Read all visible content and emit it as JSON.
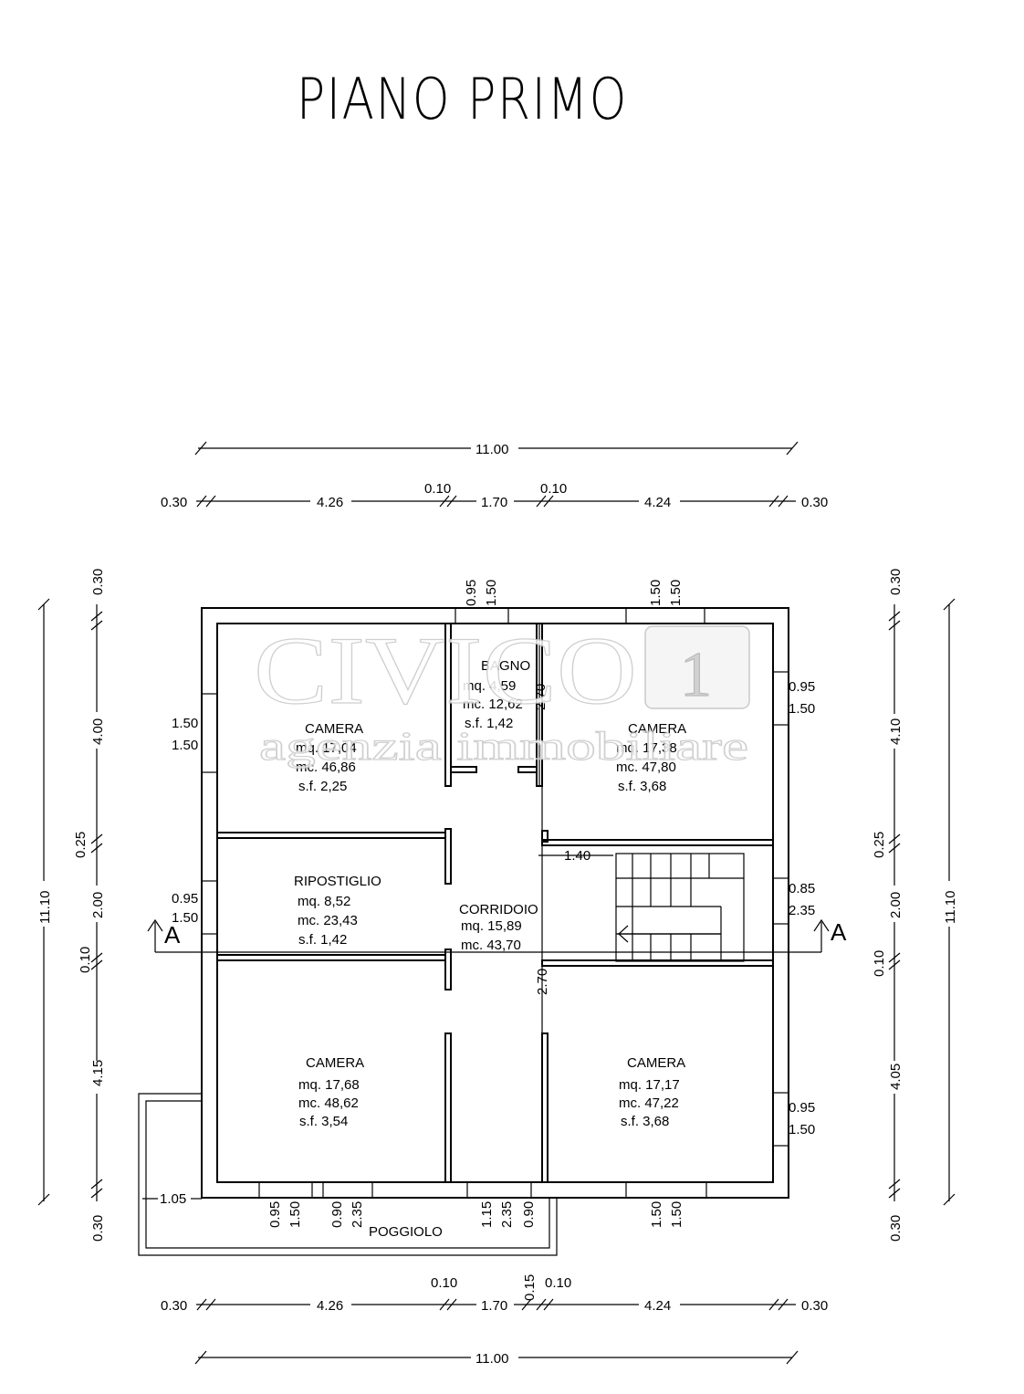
{
  "title": "PIANO  PRIMO",
  "watermark": {
    "brand": "CIVICO",
    "badge": "1",
    "subtitle": "agenzia immobiliare"
  },
  "rooms": {
    "camera_nw": {
      "name": "CAMERA",
      "mq": "mq. 17,04",
      "mc": "mc.  46,86",
      "sf": "s.f.  2,25"
    },
    "bagno": {
      "name": "BAGNO",
      "mq": "mq.  4,59",
      "mc": "mc.  12,62",
      "sf": "s.f.  1,42"
    },
    "camera_ne": {
      "name": "CAMERA",
      "mq": "mq. 17,38",
      "mc": "mc.  47,80",
      "sf": "s.f.  3,68"
    },
    "ripostiglio": {
      "name": "RIPOSTIGLIO",
      "mq": "mq.  8,52",
      "mc": "mc.  23,43",
      "sf": "s.f.  1,42"
    },
    "corridoio": {
      "name": "CORRIDOIO",
      "mq": "mq.  15,89",
      "mc": "mc.  43,70"
    },
    "camera_sw": {
      "name": "CAMERA",
      "mq": "mq.  17,68",
      "mc": "mc.  48,62",
      "sf": "s.f.  3,54"
    },
    "camera_se": {
      "name": "CAMERA",
      "mq": "mq.  17,17",
      "mc": "mc.  47,22",
      "sf": "s.f.  3,68"
    },
    "poggiolo": {
      "name": "POGGIOLO"
    }
  },
  "section_marker": "A",
  "dims": {
    "top_total": "11.00",
    "top_row": [
      "0.30",
      "4.26",
      "0.10",
      "1.70",
      "0.10",
      "4.24",
      "0.30"
    ],
    "bottom_total": "11.00",
    "bottom_row": [
      "0.30",
      "4.26",
      "0.10",
      "1.70",
      "0.10",
      "4.24",
      "0.30"
    ],
    "bottom_extra": "0.15",
    "left_total": "11.10",
    "left_row": [
      "0.30",
      "4.00",
      "0.25",
      "2.00",
      "0.10",
      "4.15",
      "0.30"
    ],
    "right_total": "11.10",
    "right_row": [
      "0.30",
      "4.10",
      "0.25",
      "2.00",
      "0.10",
      "4.05",
      "0.30"
    ],
    "stair_width": "1.40",
    "bagno_height": "2.70",
    "corridor_height": "2.70",
    "balcony_offset": "1.05",
    "win_top_bagno": [
      "0.95",
      "1.50"
    ],
    "win_top_ne": [
      "1.50",
      "1.50"
    ],
    "win_left_nw": [
      "1.50",
      "1.50"
    ],
    "win_left_rip": [
      "0.95",
      "1.50"
    ],
    "win_right_ne": [
      "0.95",
      "1.50"
    ],
    "win_right_stair": [
      "0.85",
      "2.35"
    ],
    "win_right_se": [
      "0.95",
      "1.50"
    ],
    "win_bottom_sw1": [
      "0.95",
      "1.50"
    ],
    "win_bottom_sw2": [
      "0.90",
      "2.35"
    ],
    "win_bottom_corr": [
      "1.15",
      "2.35"
    ],
    "win_bottom_corr2": [
      "0.90"
    ],
    "win_bottom_se": [
      "1.50",
      "1.50"
    ]
  }
}
